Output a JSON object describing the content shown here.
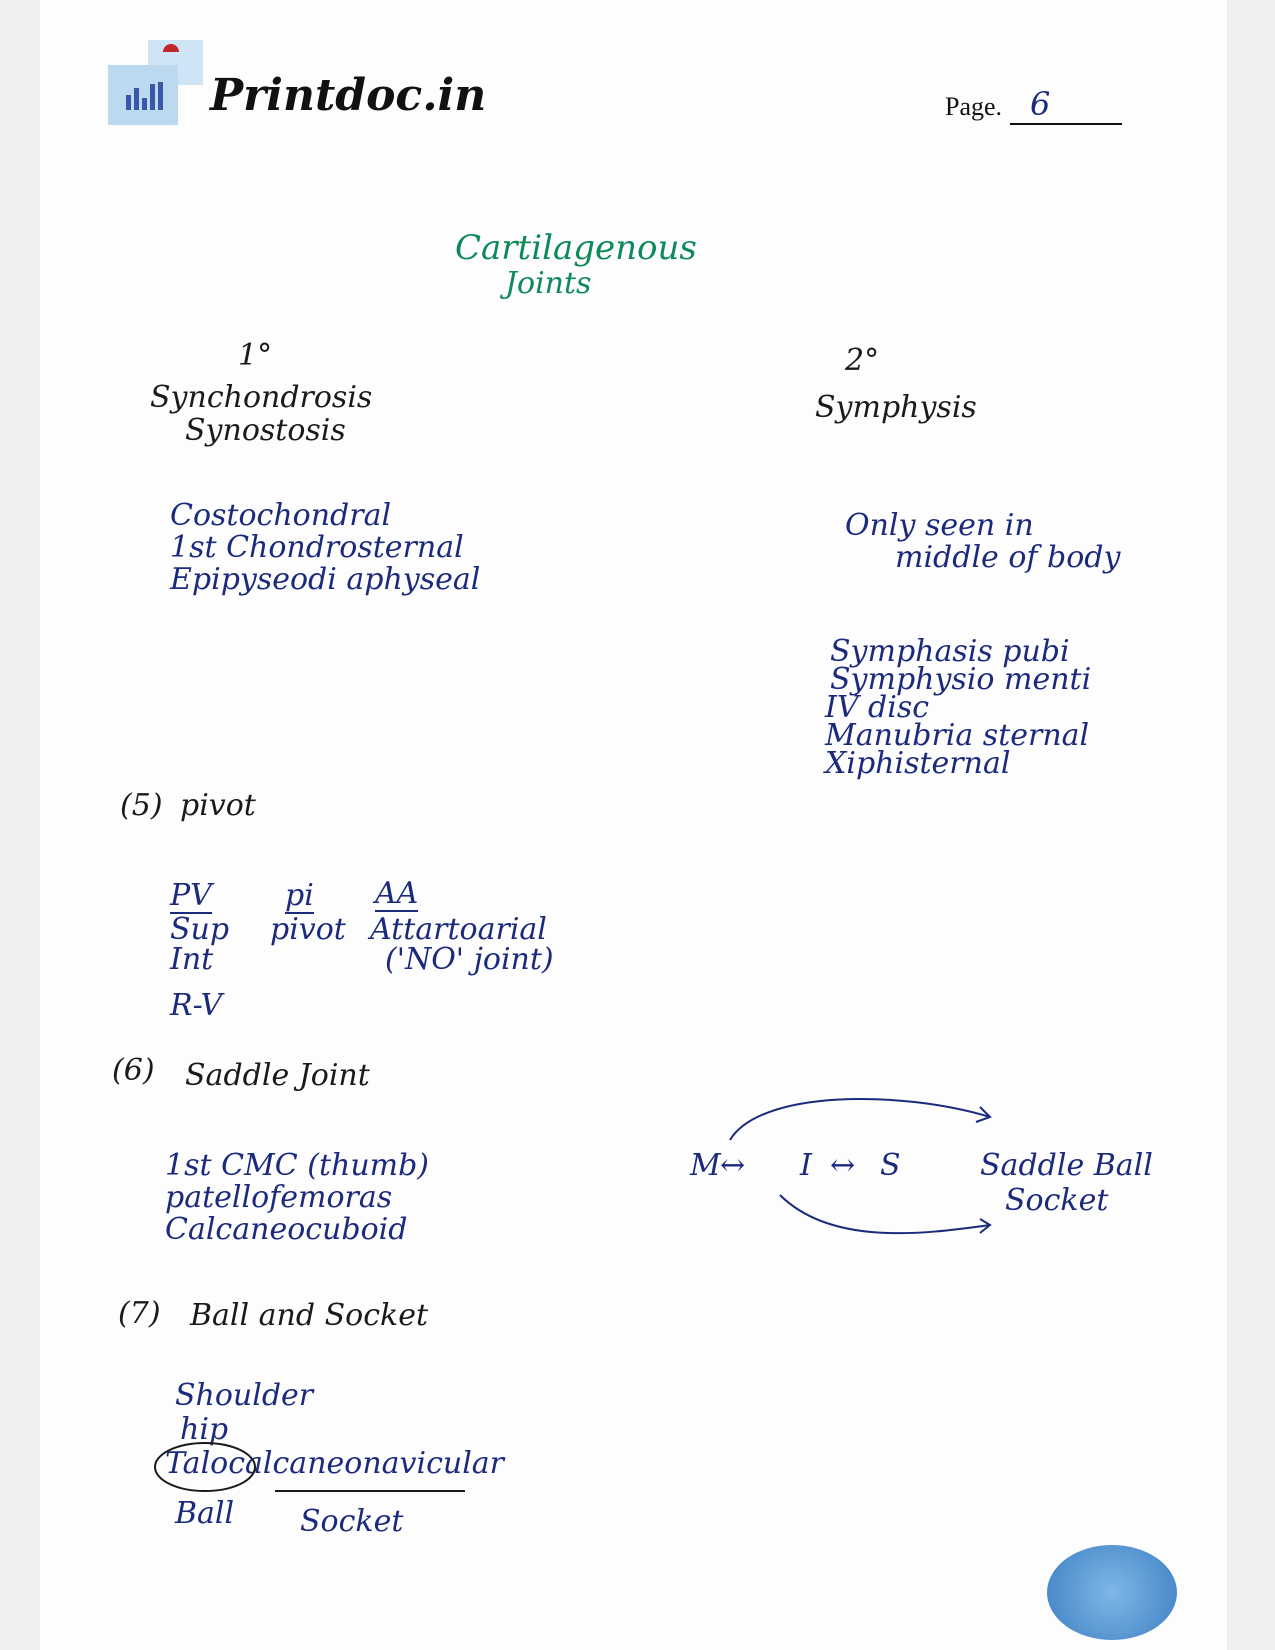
{
  "header": {
    "logo_text": "Printdoc.in",
    "page_label": "Page.",
    "page_number": "6"
  },
  "title": {
    "line1": "Cartilagenous",
    "line2": "Joints"
  },
  "primary": {
    "marker": "1°",
    "line1": "Synchondrosis",
    "line2": "Synostosis",
    "examples": [
      "Costochondral",
      "1st Chondrosternal",
      "Epipyseodi aphyseal"
    ]
  },
  "secondary": {
    "marker": "2°",
    "heading": "Symphysis",
    "note_line1": "Only seen in",
    "note_line2": "middle of body",
    "examples": [
      "Symphasis pubi",
      "Symphysio menti",
      "IV disc",
      "Manubria sternal",
      "Xiphisternal"
    ]
  },
  "pivot": {
    "number": "5",
    "heading": "pivot",
    "col1": [
      "PV",
      "Sup",
      "Int",
      "R-V"
    ],
    "col2": [
      "pi",
      "pivot"
    ],
    "col3": [
      "AA",
      "Attartoarial",
      "('NO' joint)"
    ]
  },
  "saddle": {
    "number": "6",
    "heading": "Saddle Joint",
    "examples": [
      "1st CMC (thumb)",
      "patellofemoras",
      "Calcaneocuboid"
    ],
    "diagram": {
      "left": "M",
      "mid": "I",
      "right": "S",
      "label1": "Saddle Ball",
      "label2": "Socket"
    }
  },
  "ball": {
    "number": "7",
    "heading": "Ball and Socket",
    "examples": [
      "Shoulder",
      "hip",
      "Talocalcaneonavicular"
    ],
    "ball_label": "Ball",
    "socket_label": "Socket"
  }
}
